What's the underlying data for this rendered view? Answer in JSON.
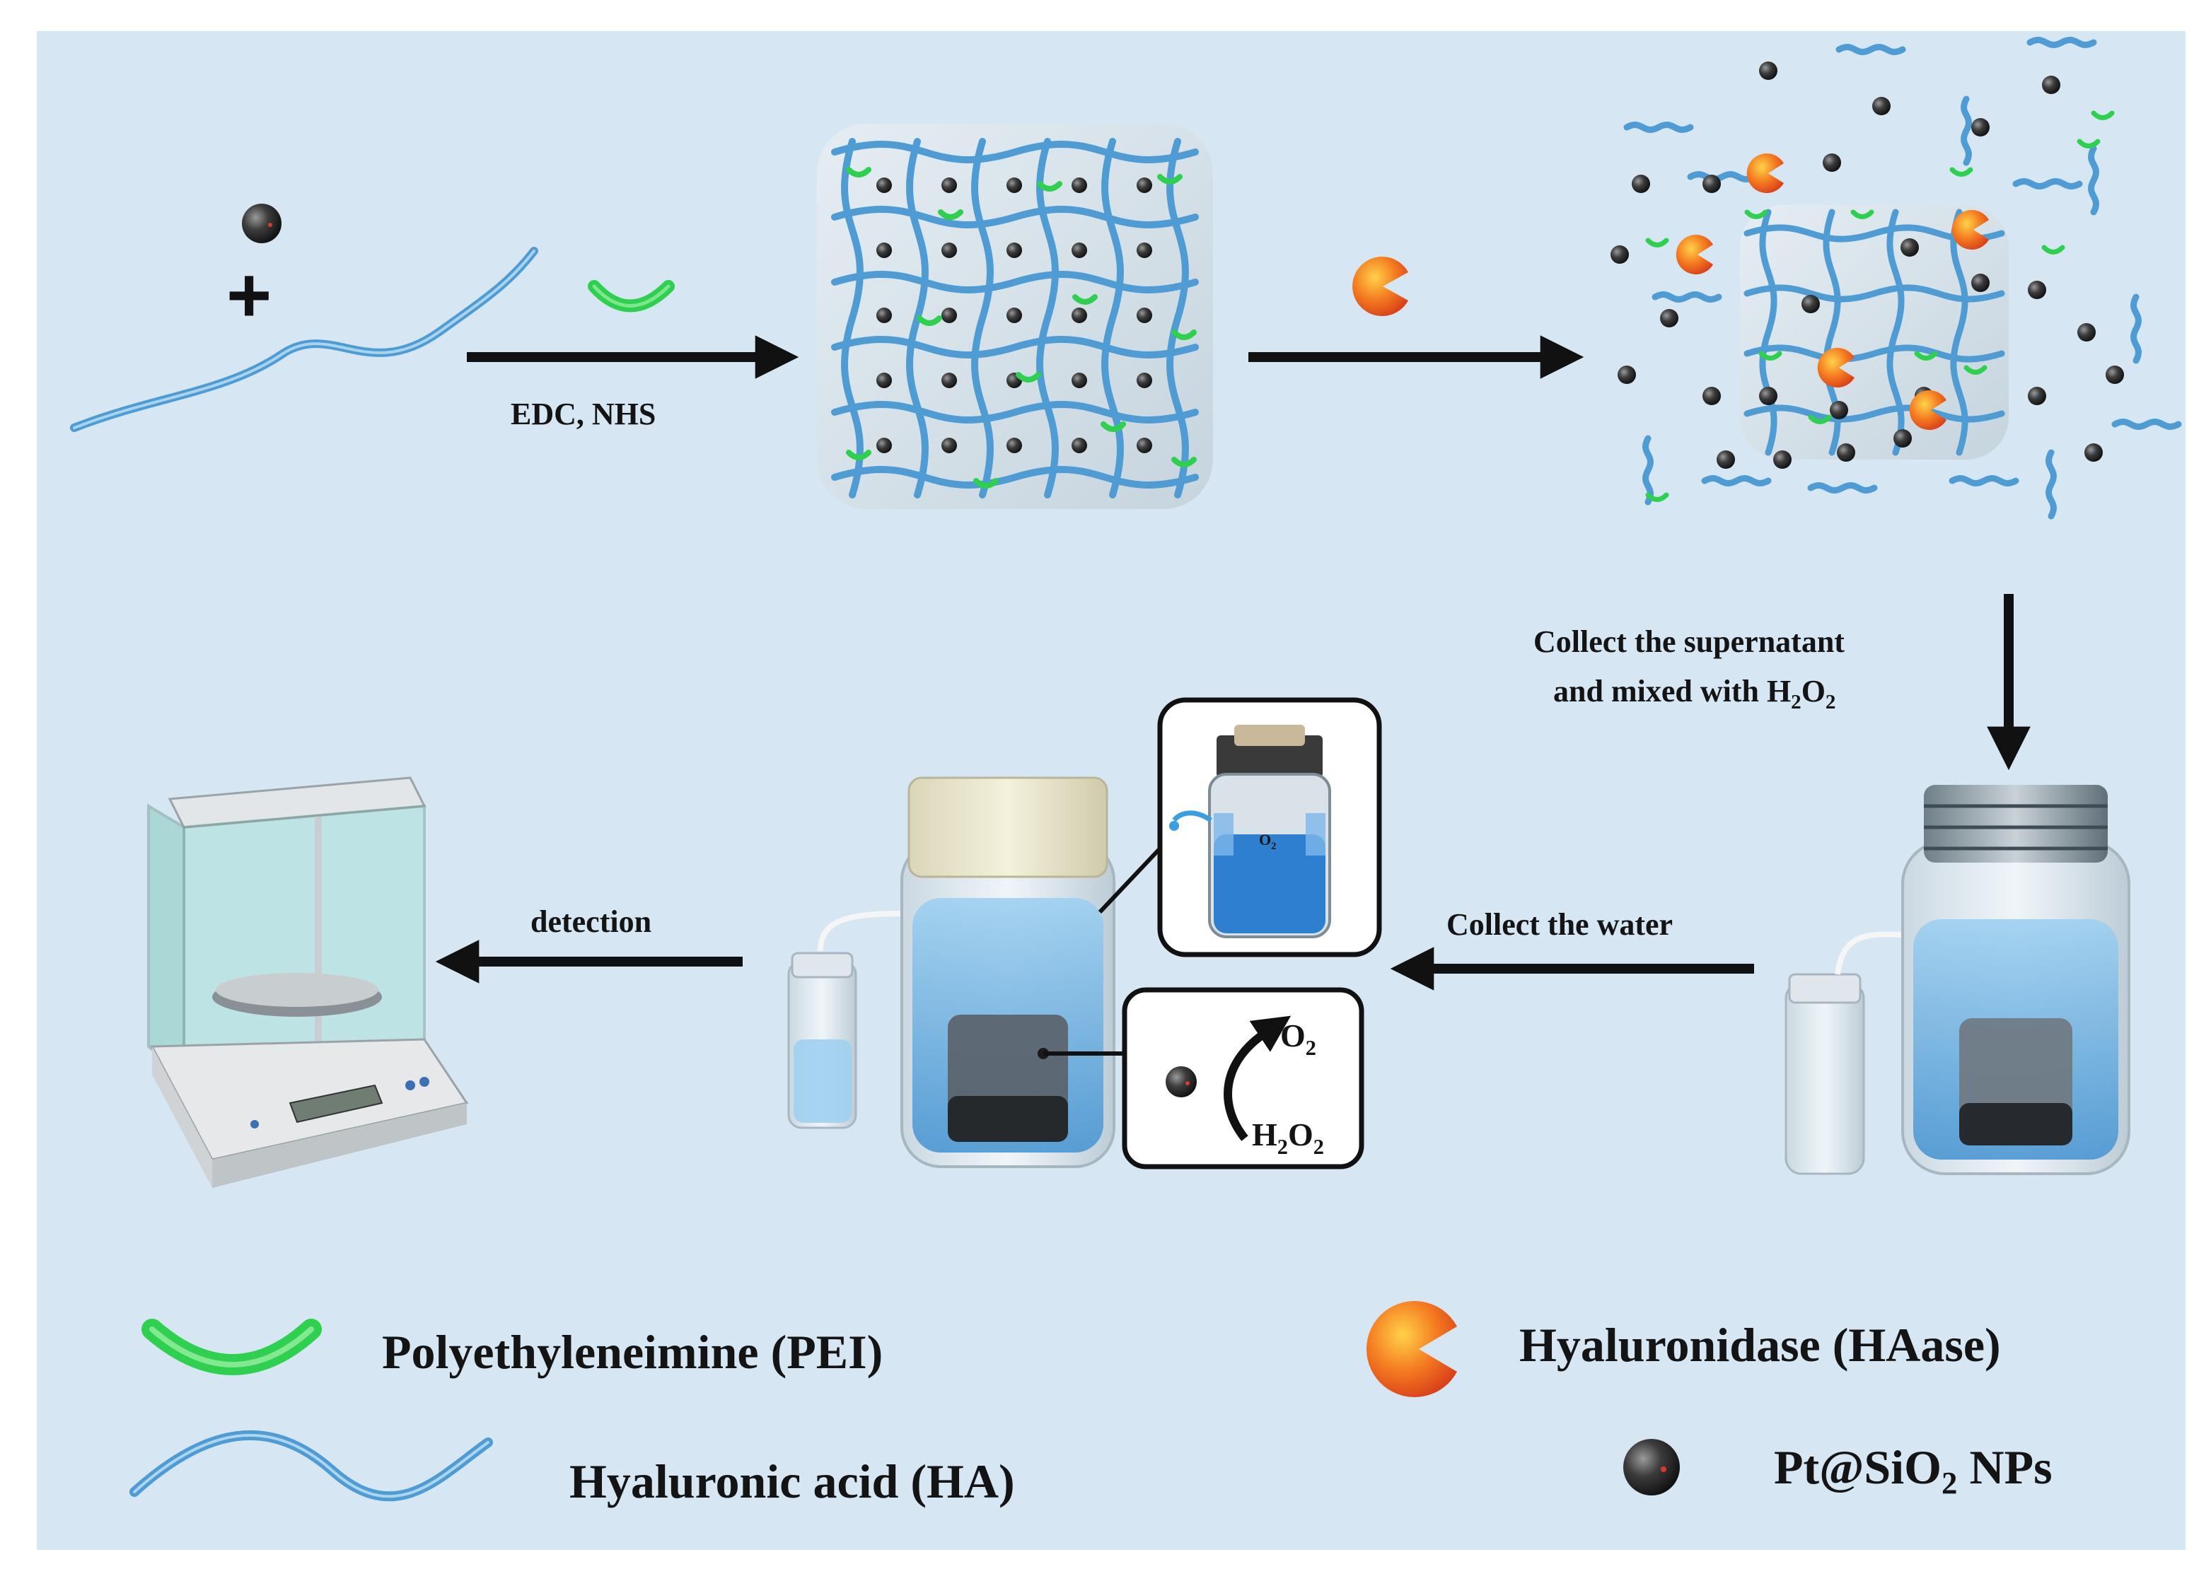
{
  "steps": {
    "crosslink": "EDC, NHS",
    "collect_supernatant_1": "Collect the supernatant",
    "collect_supernatant_2": "and mixed with H",
    "collect_supernatant_sub": "2",
    "collect_supernatant_o": "O",
    "collect_water": "Collect the water",
    "detection": "detection"
  },
  "reaction": {
    "product": "O",
    "product_sub": "2",
    "reactant_h": "H",
    "reactant_sub1": "2",
    "reactant_o": "O",
    "reactant_sub2": "2",
    "inset_gas": "O",
    "inset_gas_sub": "2"
  },
  "legend": {
    "pei": "Polyethyleneimine (PEI)",
    "ha": "Hyaluronic acid (HA)",
    "haase": "Hyaluronidase (HAase)",
    "np_prefix": "Pt@SiO",
    "np_sub": "2",
    "np_suffix": " NPs"
  },
  "colors": {
    "background": "#d6e7f3",
    "ha_strand": "#4f9bd3",
    "pei": "#2fcf4f",
    "haase": "#f15a22",
    "nanoparticle": "#2b2b2b",
    "water": "#5aa7dd",
    "arrow": "#111111"
  }
}
